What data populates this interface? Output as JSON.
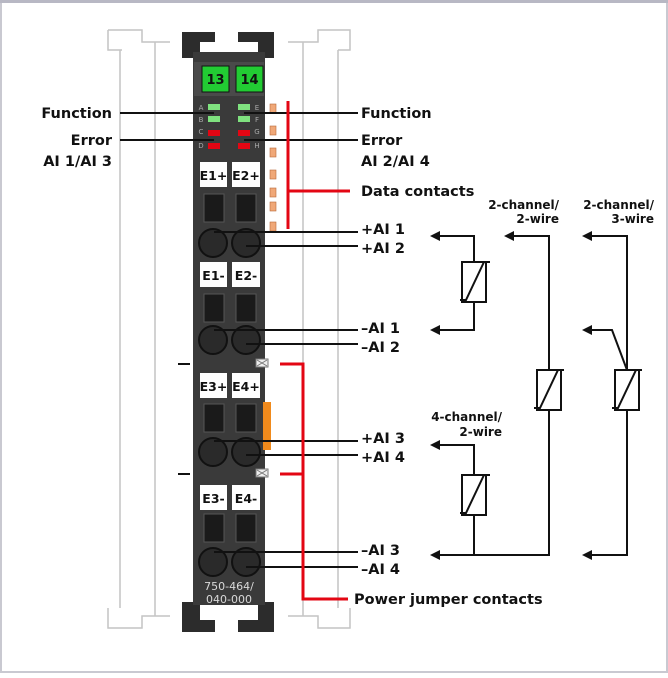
{
  "module": {
    "header_numbers": [
      "13",
      "14"
    ],
    "led_letters_left": [
      "A",
      "B",
      "C",
      "D"
    ],
    "led_letters_right": [
      "E",
      "F",
      "G",
      "H"
    ],
    "terminal_labels": [
      "E1+",
      "E2+",
      "E1-",
      "E2-",
      "E3+",
      "E4+",
      "E3-",
      "E4-"
    ],
    "part_number_line1": "750-464/",
    "part_number_line2": "040-000"
  },
  "left_labels": {
    "function": "Function",
    "error": "Error",
    "channels": "AI 1/AI 3"
  },
  "right_labels": {
    "function": "Function",
    "error": "Error",
    "channels": "AI 2/AI 4",
    "data_contacts": "Data contacts",
    "ai1_pos": "+AI 1",
    "ai2_pos": "+AI 2",
    "ai1_neg": "–AI 1",
    "ai2_neg": "–AI 2",
    "ai3_pos": "+AI 3",
    "ai4_pos": "+AI 4",
    "ai3_neg": "–AI 3",
    "ai4_neg": "–AI 4",
    "power_jumper": "Power jumper contacts"
  },
  "wiring_labels": {
    "two_ch_two_wire_line1": "2-channel/",
    "two_ch_two_wire_line2": "2-wire",
    "two_ch_three_wire_line1": "2-channel/",
    "two_ch_three_wire_line2": "3-wire",
    "four_ch_two_wire_line1": "4-channel/",
    "four_ch_two_wire_line2": "2-wire"
  },
  "colors": {
    "accent_red": "#e30613",
    "led_green": "#7fe27f",
    "led_red": "#e30613",
    "header_green": "#22cc33",
    "module_body": "#3a3a3a",
    "orange_contact": "#f08a1c"
  }
}
